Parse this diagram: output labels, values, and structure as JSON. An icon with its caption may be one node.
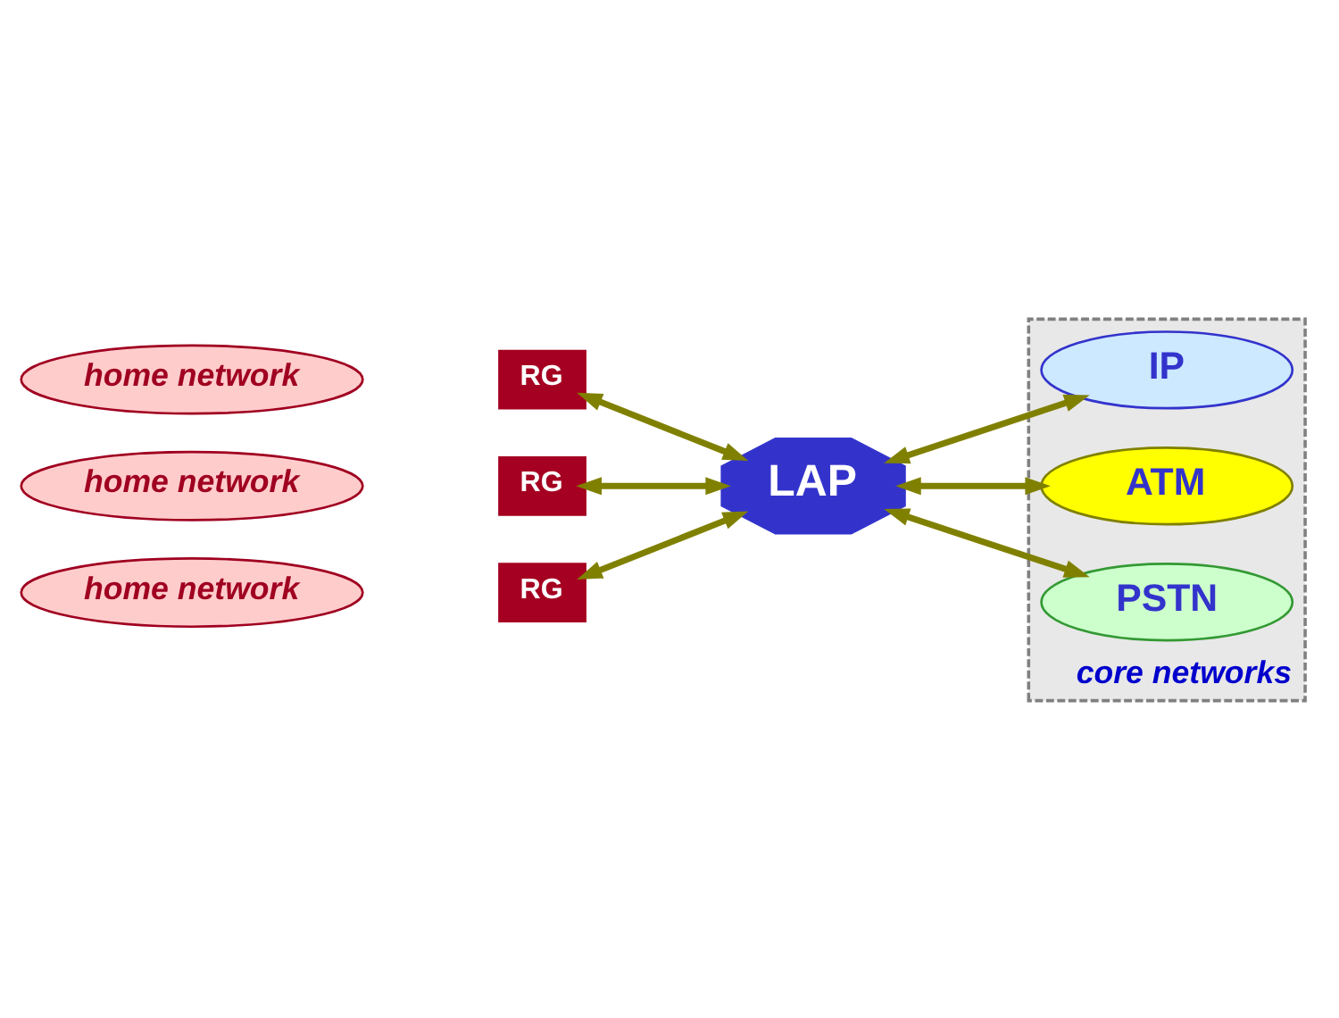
{
  "diagram": {
    "nodes": [
      {
        "text": [
          "home network"
        ]
      },
      {
        "text": [
          "RG"
        ]
      },
      {
        "text": [
          "home network"
        ]
      },
      {
        "text": [
          "RG"
        ]
      },
      {
        "text": [
          "home network"
        ]
      },
      {
        "text": [
          "RG"
        ]
      },
      {
        "text": [
          "LAP"
        ]
      },
      {
        "text": [
          "core networks"
        ]
      },
      {
        "text": [
          "IP"
        ],
        "in": 7
      },
      {
        "text": [
          "ATM"
        ],
        "in": 7
      },
      {
        "text": [
          "PSTN"
        ],
        "in": 7
      }
    ],
    "edges": [
      {
        "from": 6,
        "to": 1,
        "arrow": "both"
      },
      {
        "from": 6,
        "to": 3,
        "arrow": "both"
      },
      {
        "from": 6,
        "to": 5,
        "arrow": "both"
      },
      {
        "from": 6,
        "to": 8,
        "arrow": "both"
      },
      {
        "from": 6,
        "to": 9,
        "arrow": "both"
      },
      {
        "from": 6,
        "to": 10,
        "arrow": "both"
      }
    ]
  }
}
